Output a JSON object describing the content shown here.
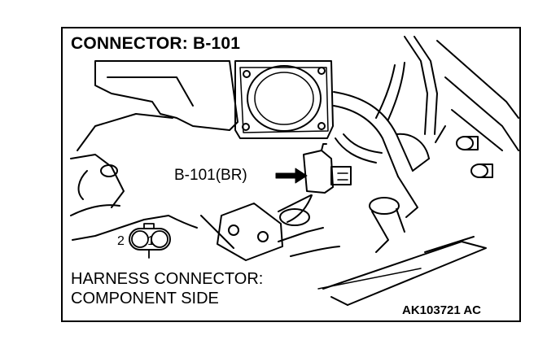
{
  "title": "CONNECTOR: B-101",
  "callout": {
    "label": "B-101(BR)"
  },
  "connector_pins": {
    "pin_left": "2",
    "pin_right": "1"
  },
  "harness": {
    "line1": "HARNESS CONNECTOR:",
    "line2": "COMPONENT SIDE"
  },
  "figure_code": "AK103721 AC"
}
